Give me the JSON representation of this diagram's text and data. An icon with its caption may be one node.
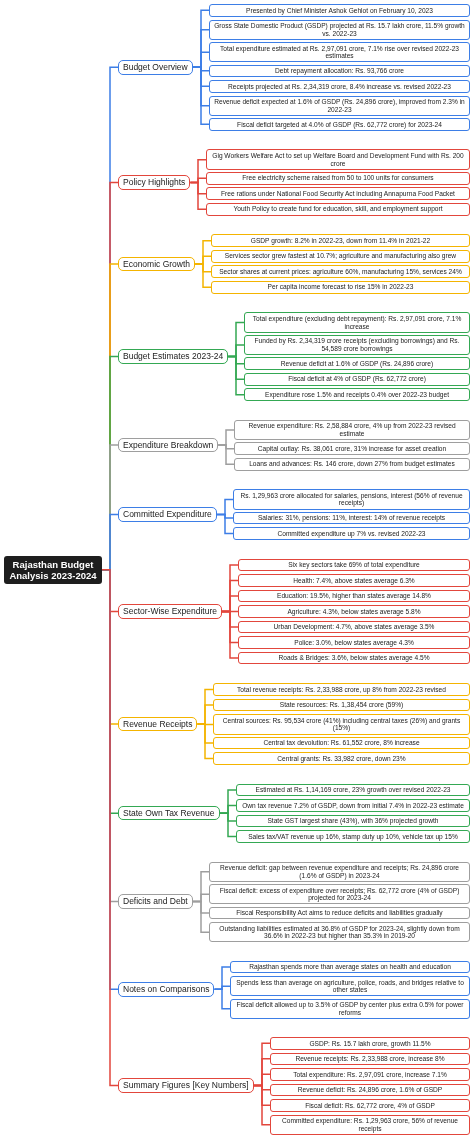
{
  "diagram": {
    "nodes": [
      {
        "text": [
          "Rajasthan Budget Analysis 2023-2024"
        ]
      },
      {
        "text": [
          "Budget Overview"
        ]
      },
      {
        "text": [
          "Presented by Chief Minister Ashok Gehlot on February 10, 2023"
        ]
      },
      {
        "text": [
          "Gross State Domestic Product (GSDP) projected at Rs. 15.7 lakh crore, 11.5% growth vs. 2022-23"
        ]
      },
      {
        "text": [
          "Total expenditure estimated at Rs. 2,97,091 crore, 7.1% rise over revised 2022-23 estimates"
        ]
      },
      {
        "text": [
          "Debt repayment allocation: Rs. 93,766 crore"
        ]
      },
      {
        "text": [
          "Receipts projected at Rs. 2,34,319 crore, 8.4% increase vs. revised 2022-23"
        ]
      },
      {
        "text": [
          "Revenue deficit expected at 1.6% of GSDP (Rs. 24,896 crore), improved from 2.3% in 2022-23"
        ]
      },
      {
        "text": [
          "Fiscal deficit targeted at 4.0% of GSDP (Rs. 62,772 crore) for 2023-24"
        ]
      },
      {
        "text": [
          "Policy Highlights"
        ]
      },
      {
        "text": [
          "Gig Workers Welfare Act to set up Welfare Board and Development Fund with Rs. 200 crore"
        ]
      },
      {
        "text": [
          "Free electricity scheme raised from 50 to 100 units for consumers"
        ]
      },
      {
        "text": [
          "Free rations under National Food Security Act including Annapurna Food Packet"
        ]
      },
      {
        "text": [
          "Youth Policy to create fund for education, skill, and employment support"
        ]
      },
      {
        "text": [
          "Economic Growth"
        ]
      },
      {
        "text": [
          "GSDP growth: 8.2% in 2022-23, down from 11.4% in 2021-22"
        ]
      },
      {
        "text": [
          "Services sector grew fastest at 10.7%; agriculture and manufacturing also grew"
        ]
      },
      {
        "text": [
          "Sector shares at current prices: agriculture 60%, manufacturing 15%, services 24%"
        ]
      },
      {
        "text": [
          "Per capita income forecast to rise 15% in 2022-23"
        ]
      },
      {
        "text": [
          "Budget Estimates 2023-24"
        ]
      },
      {
        "text": [
          "Total expenditure (excluding debt repayment): Rs. 2,97,091 crore, 7.1% increase"
        ]
      },
      {
        "text": [
          "Funded by Rs. 2,34,319 crore receipts (excluding borrowings) and Rs. 54,589 crore borrowings"
        ]
      },
      {
        "text": [
          "Revenue deficit at 1.6% of GSDP (Rs. 24,896 crore)"
        ]
      },
      {
        "text": [
          "Fiscal deficit at 4% of GSDP (Rs. 62,772 crore)"
        ]
      },
      {
        "text": [
          "Expenditure rose 1.5% and receipts 0.4% over 2022-23 budget"
        ]
      },
      {
        "text": [
          "Expenditure Breakdown"
        ]
      },
      {
        "text": [
          "Revenue expenditure: Rs. 2,58,884 crore, 4% up from 2022-23 revised estimate"
        ]
      },
      {
        "text": [
          "Capital outlay: Rs. 38,061 crore, 31% increase for asset creation"
        ]
      },
      {
        "text": [
          "Loans and advances: Rs. 146 crore, down 27% from budget estimates"
        ]
      },
      {
        "text": [
          "Committed Expenditure"
        ]
      },
      {
        "text": [
          "Rs. 1,29,963 crore allocated for salaries, pensions, interest (56% of revenue receipts)"
        ]
      },
      {
        "text": [
          "Salaries: 31%, pensions: 11%, interest: 14% of revenue receipts"
        ]
      },
      {
        "text": [
          "Committed expenditure up 7% vs. revised 2022-23"
        ]
      },
      {
        "text": [
          "Sector-Wise Expenditure"
        ]
      },
      {
        "text": [
          "Six key sectors take 69% of total expenditure"
        ]
      },
      {
        "text": [
          "Health: 7.4%, above states average 6.3%"
        ]
      },
      {
        "text": [
          "Education: 19.5%, higher than states average 14.8%"
        ]
      },
      {
        "text": [
          "Agriculture: 4.3%, below states average 5.8%"
        ]
      },
      {
        "text": [
          "Urban Development: 4.7%, above states average 3.5%"
        ]
      },
      {
        "text": [
          "Police: 3.0%, below states average 4.3%"
        ]
      },
      {
        "text": [
          "Roads & Bridges: 3.6%, below states average 4.5%"
        ]
      },
      {
        "text": [
          "Revenue Receipts"
        ]
      },
      {
        "text": [
          "Total revenue receipts: Rs. 2,33,988 crore, up 8% from 2022-23 revised"
        ]
      },
      {
        "text": [
          "State resources: Rs. 1,38,454 crore (59%)"
        ]
      },
      {
        "text": [
          "Central sources: Rs. 95,534 crore (41%) including central taxes (26%) and grants (15%)"
        ]
      },
      {
        "text": [
          "Central tax devolution: Rs. 61,552 crore, 8% increase"
        ]
      },
      {
        "text": [
          "Central grants: Rs. 33,982 crore, down 23%"
        ]
      },
      {
        "text": [
          "State Own Tax Revenue"
        ]
      },
      {
        "text": [
          "Estimated at Rs. 1,14,169 crore, 23% growth over revised 2022-23"
        ]
      },
      {
        "text": [
          "Own tax revenue 7.2% of GSDP, down from initial 7.4% in 2022-23 estimate"
        ]
      },
      {
        "text": [
          "State GST largest share (43%), with 36% projected growth"
        ]
      },
      {
        "text": [
          "Sales tax/VAT revenue up 16%, stamp duty up 10%, vehicle tax up 15%"
        ]
      },
      {
        "text": [
          "Deficits and Debt"
        ]
      },
      {
        "text": [
          "Revenue deficit: gap between revenue expenditure and receipts; Rs. 24,896 crore (1.6% of GSDP) in 2023-24"
        ]
      },
      {
        "text": [
          "Fiscal deficit: excess of expenditure over receipts; Rs. 62,772 crore (4% of GSDP) projected for 2023-24"
        ]
      },
      {
        "text": [
          "Fiscal Responsibility Act aims to reduce deficits and liabilities gradually"
        ]
      },
      {
        "text": [
          "Outstanding liabilities estimated at 36.8% of GSDP for 2023-24, slightly down from 36.6% in 2022-23 but higher than 35.3% in 2019-20"
        ]
      },
      {
        "text": [
          "Notes on Comparisons"
        ]
      },
      {
        "text": [
          "Rajasthan spends more than average states on health and education"
        ]
      },
      {
        "text": [
          "Spends less than average on agriculture, police, roads, and bridges relative to other states"
        ]
      },
      {
        "text": [
          "Fiscal deficit allowed up to 3.5% of GSDP by center plus extra 0.5% for power reforms"
        ]
      },
      {
        "text": [
          "Summary Figures [Key Numbers]"
        ]
      },
      {
        "text": [
          "GSDP: Rs. 15.7 lakh crore, growth 11.5%"
        ]
      },
      {
        "text": [
          "Revenue receipts: Rs. 2,33,988 crore, increase 8%"
        ]
      },
      {
        "text": [
          "Total expenditure: Rs. 2,97,091 crore, increase 7.1%"
        ]
      },
      {
        "text": [
          "Revenue deficit: Rs. 24,896 crore, 1.6% of GSDP"
        ]
      },
      {
        "text": [
          "Fiscal deficit: Rs. 62,772 crore, 4% of GSDP"
        ]
      },
      {
        "text": [
          "Committed expenditure: Rs. 1,29,963 crore, 56% of revenue receipts"
        ]
      }
    ],
    "edges": [
      {
        "from": 0,
        "to": 1,
        "arrow": "none",
        "color": "#3d7ee6"
      },
      {
        "from": 1,
        "to": 2,
        "arrow": "none",
        "color": "#3d7ee6"
      },
      {
        "from": 1,
        "to": 3,
        "arrow": "none",
        "color": "#3d7ee6"
      },
      {
        "from": 1,
        "to": 4,
        "arrow": "none",
        "color": "#3d7ee6"
      },
      {
        "from": 1,
        "to": 5,
        "arrow": "none",
        "color": "#3d7ee6"
      },
      {
        "from": 1,
        "to": 6,
        "arrow": "none",
        "color": "#3d7ee6"
      },
      {
        "from": 1,
        "to": 7,
        "arrow": "none",
        "color": "#3d7ee6"
      },
      {
        "from": 1,
        "to": 8,
        "arrow": "none",
        "color": "#3d7ee6"
      },
      {
        "from": 0,
        "to": 9,
        "arrow": "none",
        "color": "#e2463c"
      },
      {
        "from": 9,
        "to": 10,
        "arrow": "none",
        "color": "#e2463c"
      },
      {
        "from": 9,
        "to": 11,
        "arrow": "none",
        "color": "#e2463c"
      },
      {
        "from": 9,
        "to": 12,
        "arrow": "none",
        "color": "#e2463c"
      },
      {
        "from": 9,
        "to": 13,
        "arrow": "none",
        "color": "#e2463c"
      },
      {
        "from": 0,
        "to": 14,
        "arrow": "none",
        "color": "#f4b400"
      },
      {
        "from": 14,
        "to": 15,
        "arrow": "none",
        "color": "#f4b400"
      },
      {
        "from": 14,
        "to": 16,
        "arrow": "none",
        "color": "#f4b400"
      },
      {
        "from": 14,
        "to": 17,
        "arrow": "none",
        "color": "#f4b400"
      },
      {
        "from": 14,
        "to": 18,
        "arrow": "none",
        "color": "#f4b400"
      },
      {
        "from": 0,
        "to": 19,
        "arrow": "none",
        "color": "#34a853"
      },
      {
        "from": 19,
        "to": 20,
        "arrow": "none",
        "color": "#34a853"
      },
      {
        "from": 19,
        "to": 21,
        "arrow": "none",
        "color": "#34a853"
      },
      {
        "from": 19,
        "to": 22,
        "arrow": "none",
        "color": "#34a853"
      },
      {
        "from": 19,
        "to": 23,
        "arrow": "none",
        "color": "#34a853"
      },
      {
        "from": 19,
        "to": 24,
        "arrow": "none",
        "color": "#34a853"
      },
      {
        "from": 0,
        "to": 25,
        "arrow": "none",
        "color": "#9e9e9e"
      },
      {
        "from": 25,
        "to": 26,
        "arrow": "none",
        "color": "#9e9e9e"
      },
      {
        "from": 25,
        "to": 27,
        "arrow": "none",
        "color": "#9e9e9e"
      },
      {
        "from": 25,
        "to": 28,
        "arrow": "none",
        "color": "#9e9e9e"
      },
      {
        "from": 0,
        "to": 29,
        "arrow": "none",
        "color": "#3d7ee6"
      },
      {
        "from": 29,
        "to": 30,
        "arrow": "none",
        "color": "#3d7ee6"
      },
      {
        "from": 29,
        "to": 31,
        "arrow": "none",
        "color": "#3d7ee6"
      },
      {
        "from": 29,
        "to": 32,
        "arrow": "none",
        "color": "#3d7ee6"
      },
      {
        "from": 0,
        "to": 33,
        "arrow": "none",
        "color": "#e2463c"
      },
      {
        "from": 33,
        "to": 34,
        "arrow": "none",
        "color": "#e2463c"
      },
      {
        "from": 33,
        "to": 35,
        "arrow": "none",
        "color": "#e2463c"
      },
      {
        "from": 33,
        "to": 36,
        "arrow": "none",
        "color": "#e2463c"
      },
      {
        "from": 33,
        "to": 37,
        "arrow": "none",
        "color": "#e2463c"
      },
      {
        "from": 33,
        "to": 38,
        "arrow": "none",
        "color": "#e2463c"
      },
      {
        "from": 33,
        "to": 39,
        "arrow": "none",
        "color": "#e2463c"
      },
      {
        "from": 33,
        "to": 40,
        "arrow": "none",
        "color": "#e2463c"
      },
      {
        "from": 0,
        "to": 41,
        "arrow": "none",
        "color": "#f4b400"
      },
      {
        "from": 41,
        "to": 42,
        "arrow": "none",
        "color": "#f4b400"
      },
      {
        "from": 41,
        "to": 43,
        "arrow": "none",
        "color": "#f4b400"
      },
      {
        "from": 41,
        "to": 44,
        "arrow": "none",
        "color": "#f4b400"
      },
      {
        "from": 41,
        "to": 45,
        "arrow": "none",
        "color": "#f4b400"
      },
      {
        "from": 41,
        "to": 46,
        "arrow": "none",
        "color": "#f4b400"
      },
      {
        "from": 0,
        "to": 47,
        "arrow": "none",
        "color": "#34a853"
      },
      {
        "from": 47,
        "to": 48,
        "arrow": "none",
        "color": "#34a853"
      },
      {
        "from": 47,
        "to": 49,
        "arrow": "none",
        "color": "#34a853"
      },
      {
        "from": 47,
        "to": 50,
        "arrow": "none",
        "color": "#34a853"
      },
      {
        "from": 47,
        "to": 51,
        "arrow": "none",
        "color": "#34a853"
      },
      {
        "from": 0,
        "to": 52,
        "arrow": "none",
        "color": "#9e9e9e"
      },
      {
        "from": 52,
        "to": 53,
        "arrow": "none",
        "color": "#9e9e9e"
      },
      {
        "from": 52,
        "to": 54,
        "arrow": "none",
        "color": "#9e9e9e"
      },
      {
        "from": 52,
        "to": 55,
        "arrow": "none",
        "color": "#9e9e9e"
      },
      {
        "from": 52,
        "to": 56,
        "arrow": "none",
        "color": "#9e9e9e"
      },
      {
        "from": 0,
        "to": 57,
        "arrow": "none",
        "color": "#3d7ee6"
      },
      {
        "from": 57,
        "to": 58,
        "arrow": "none",
        "color": "#3d7ee6"
      },
      {
        "from": 57,
        "to": 59,
        "arrow": "none",
        "color": "#3d7ee6"
      },
      {
        "from": 57,
        "to": 60,
        "arrow": "none",
        "color": "#3d7ee6"
      },
      {
        "from": 0,
        "to": 61,
        "arrow": "none",
        "color": "#e2463c"
      },
      {
        "from": 61,
        "to": 62,
        "arrow": "none",
        "color": "#e2463c"
      },
      {
        "from": 61,
        "to": 63,
        "arrow": "none",
        "color": "#e2463c"
      },
      {
        "from": 61,
        "to": 64,
        "arrow": "none",
        "color": "#e2463c"
      },
      {
        "from": 61,
        "to": 65,
        "arrow": "none",
        "color": "#e2463c"
      },
      {
        "from": 61,
        "to": 66,
        "arrow": "none",
        "color": "#e2463c"
      },
      {
        "from": 61,
        "to": 67,
        "arrow": "none",
        "color": "#e2463c"
      }
    ]
  }
}
